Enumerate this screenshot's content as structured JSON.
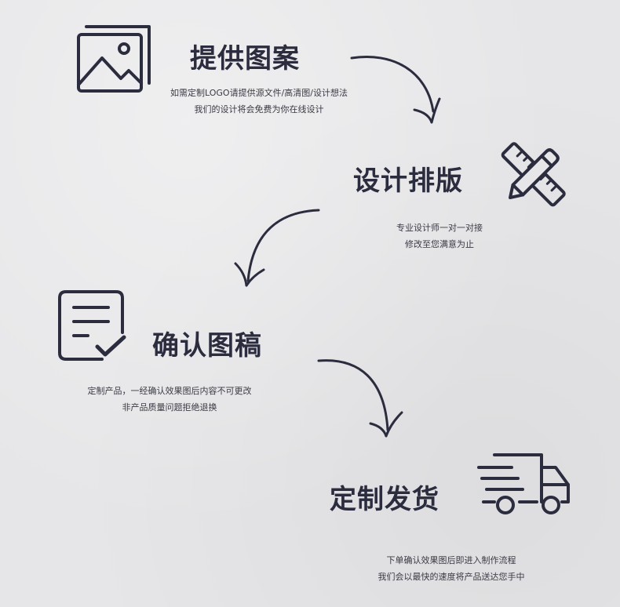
{
  "steps": [
    {
      "title": "提供图案",
      "desc_line1": "如需定制LOGO请提供源文件/高清图/设计想法",
      "desc_line2": "我们的设计将会免费为你在线设计",
      "icon": "image-icon"
    },
    {
      "title": "设计排版",
      "desc_line1": "专业设计师一对一对接",
      "desc_line2": "修改至您满意为止",
      "icon": "pencil-ruler-icon"
    },
    {
      "title": "确认图稿",
      "desc_line1": "定制产品，一经确认效果图后内容不可更改",
      "desc_line2": "非产品质量问题拒绝退换",
      "icon": "document-check-icon"
    },
    {
      "title": "定制发货",
      "desc_line1": "下单确认效果图后即进入制作流程",
      "desc_line2": "我们会以最快的速度将产品送达您手中",
      "icon": "delivery-truck-icon"
    }
  ],
  "colors": {
    "accent": "#2b2d3f",
    "background": "#e6e6e8"
  }
}
